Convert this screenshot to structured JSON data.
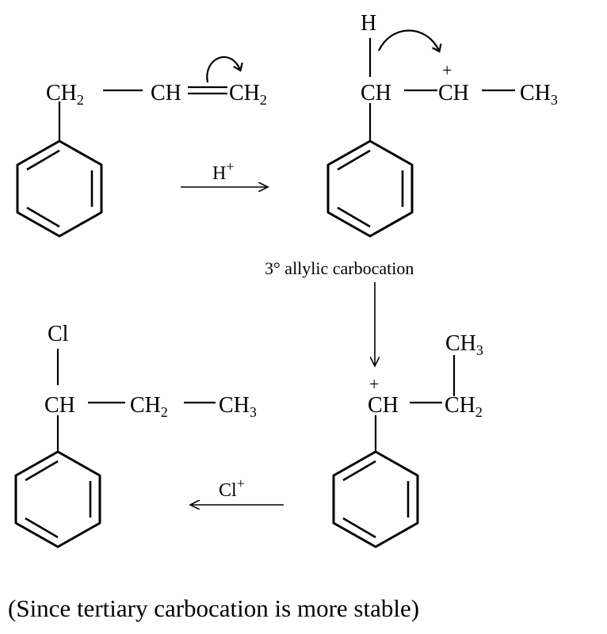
{
  "structures": {
    "s1": {
      "ch2_left": "CH",
      "ch2_left_sub": "2",
      "ch": "CH",
      "ch2_right": "CH",
      "ch2_right_sub": "2"
    },
    "s2": {
      "h": "H",
      "ch_left": "CH",
      "ch_mid": "CH",
      "plus": "+",
      "ch3": "CH",
      "ch3_sub": "3"
    },
    "s3": {
      "plus": "+",
      "ch_left": "CH",
      "ch2": "CH",
      "ch2_sub": "2",
      "ch3_top": "CH",
      "ch3_top_sub": "3"
    },
    "s4": {
      "cl": "Cl",
      "ch": "CH",
      "ch2": "CH",
      "ch2_sub": "2",
      "ch3": "CH",
      "ch3_sub": "3"
    }
  },
  "arrows": {
    "step1": {
      "label": "H",
      "label_sup": "+"
    },
    "step2": {
      "label": "3° allylic carbocation"
    },
    "step3": {
      "label": "Cl",
      "label_sup": "+"
    }
  },
  "caption": "(Since tertiary carbocation is more stable)"
}
